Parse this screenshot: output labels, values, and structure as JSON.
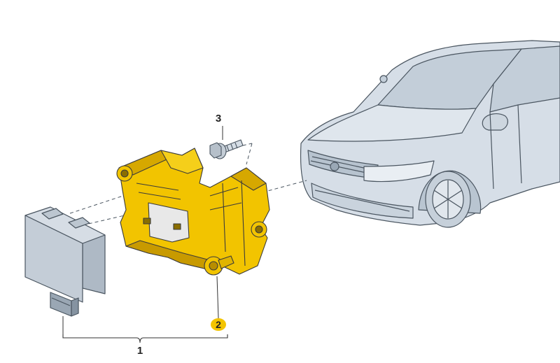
{
  "callouts": {
    "assembly": "1",
    "bolt_hl": "2",
    "bolt": "3"
  },
  "colors": {
    "bracket": "#f2c400",
    "bracket_shade": "#d9a900",
    "bracket_dark": "#b88d00",
    "sensor": "#c9d2dc",
    "car_body": "#d4dde6",
    "car_shade": "#b9c5d1",
    "line": "#4a5560",
    "highlight": "#f3c400"
  },
  "parts": [
    {
      "id": "1",
      "name": "radar-sensor-assembly"
    },
    {
      "id": "2",
      "name": "washer-bolt"
    },
    {
      "id": "3",
      "name": "hex-bolt"
    }
  ]
}
